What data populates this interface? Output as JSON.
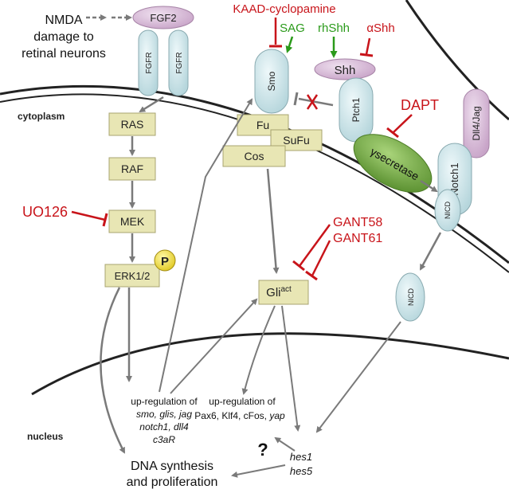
{
  "labels": {
    "nmda_line1": "NMDA",
    "nmda_line2": "damage to",
    "nmda_line3": "retinal neurons",
    "fgf2": "FGF2",
    "fgfr": "FGFR",
    "cytoplasm": "cytoplasm",
    "nucleus": "nucleus",
    "ras": "RAS",
    "raf": "RAF",
    "mek": "MEK",
    "erk": "ERK1/2",
    "p": "P",
    "uo126": "UO126",
    "kaad": "KAAD-cyclopamine",
    "sag": "SAG",
    "rhshh": "rhShh",
    "ashh": "αShh",
    "shh": "Shh",
    "smo": "Smo",
    "ptch1": "Ptch1",
    "fu": "Fu",
    "sufu": "SuFu",
    "cos": "Cos",
    "dapt": "DAPT",
    "gamma": "γ",
    "secretase": "secretase",
    "notch1": "Notch1",
    "dll4jag": "Dll4/Jag",
    "nicd": "NICD",
    "gant58": "GANT58",
    "gant61": "GANT61",
    "gli": "Gli",
    "gli_sup": "act",
    "upreg1_line1": "up-regulation of",
    "upreg1_line2": "smo, glis, jag",
    "upreg1_line3": "notch1, dll4",
    "upreg1_line4": "c3aR",
    "upreg2_line1": "up-regulation of",
    "upreg2_line2a": "Pax6, Klf4, cFos, ",
    "upreg2_line2b": "yap",
    "question": "?",
    "hes1": "hes1",
    "hes5": "hes5",
    "dna_line1": "DNA synthesis",
    "dna_line2": "and proliferation"
  },
  "colors": {
    "inhibitor_red": "#c8141a",
    "activator_green": "#2a9a1a",
    "arrow_gray": "#7a7a7a",
    "box_fill": "#e8e6b4",
    "receptor_fill": "#cfe6ea",
    "ligand_fill": "#dcc0dc",
    "secretase_fill": "#7ab04a",
    "phospho_fill": "#f4e84a"
  }
}
